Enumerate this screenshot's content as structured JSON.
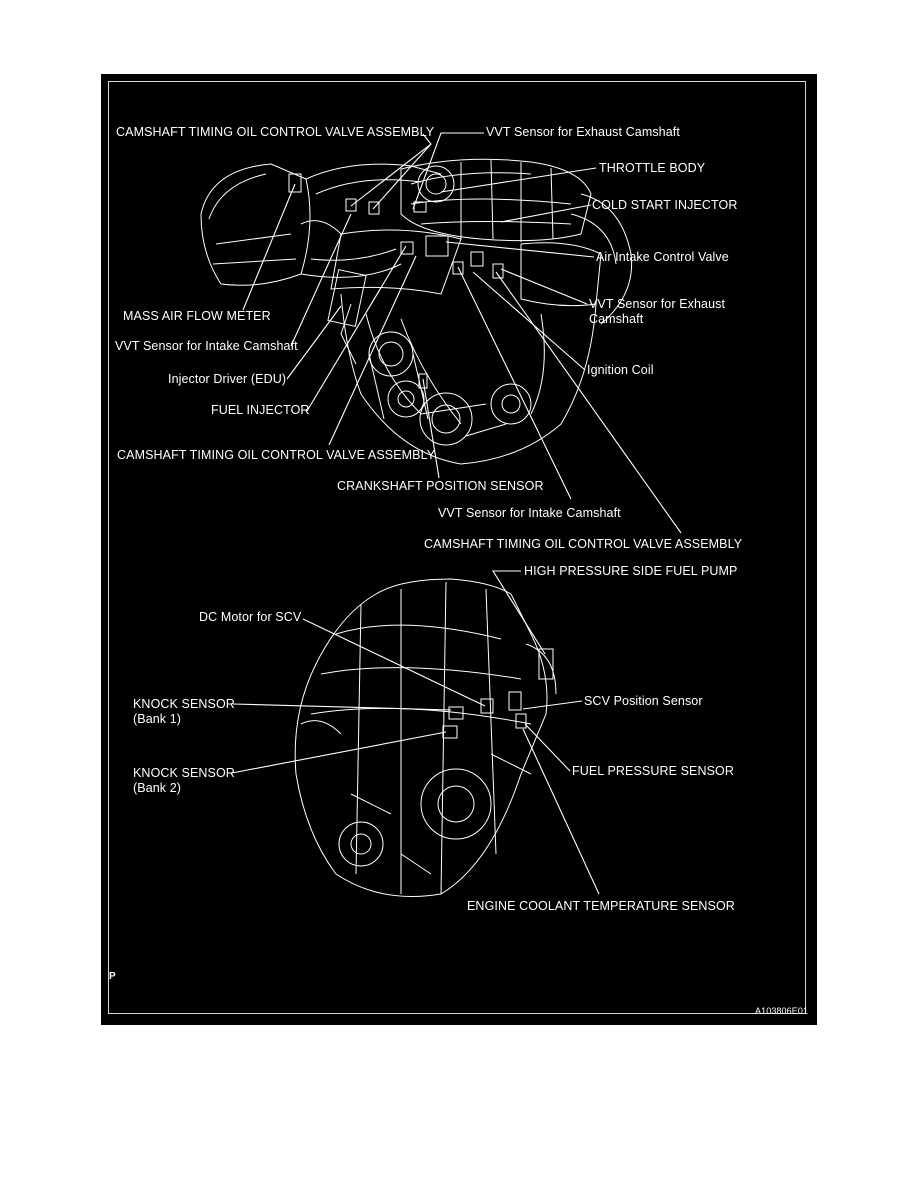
{
  "figure": {
    "corner_letter": "P",
    "figure_id": "A103806E01"
  },
  "labels": {
    "cam_oil_valve_top": "CAMSHAFT TIMING OIL CONTROL VALVE ASSEMBLY",
    "vvt_exhaust_1": "VVT Sensor for Exhaust Camshaft",
    "throttle_body": "THROTTLE BODY",
    "cold_start_injector": "COLD START INJECTOR",
    "air_intake_control_valve": "Air Intake Control Valve",
    "vvt_exhaust_2_line1": "VVT Sensor for Exhaust",
    "vvt_exhaust_2_line2": "Camshaft",
    "mass_air_flow_meter": "MASS AIR FLOW METER",
    "vvt_intake_1": "VVT Sensor for Intake Camshaft",
    "injector_driver": "Injector Driver (EDU)",
    "ignition_coil": "Ignition Coil",
    "fuel_injector": "FUEL INJECTOR",
    "cam_oil_valve_mid": "CAMSHAFT TIMING OIL CONTROL VALVE ASSEMBLY",
    "crankshaft_position_sensor": "CRANKSHAFT POSITION SENSOR",
    "vvt_intake_2": "VVT Sensor for Intake Camshaft",
    "cam_oil_valve_bottom": "CAMSHAFT TIMING OIL CONTROL VALVE ASSEMBLY",
    "high_pressure_fuel_pump": "HIGH PRESSURE SIDE FUEL PUMP",
    "dc_motor_scv": "DC Motor for SCV",
    "knock_sensor_bank1_line1": "KNOCK SENSOR",
    "knock_sensor_bank1_line2": "(Bank 1)",
    "scv_position_sensor": "SCV Position Sensor",
    "knock_sensor_bank2_line1": "KNOCK SENSOR",
    "knock_sensor_bank2_line2": "(Bank 2)",
    "fuel_pressure_sensor": "FUEL PRESSURE SENSOR",
    "engine_coolant_temp_sensor": "ENGINE COOLANT TEMPERATURE SENSOR"
  },
  "colors": {
    "background": "#000000",
    "ink": "#ffffff"
  }
}
